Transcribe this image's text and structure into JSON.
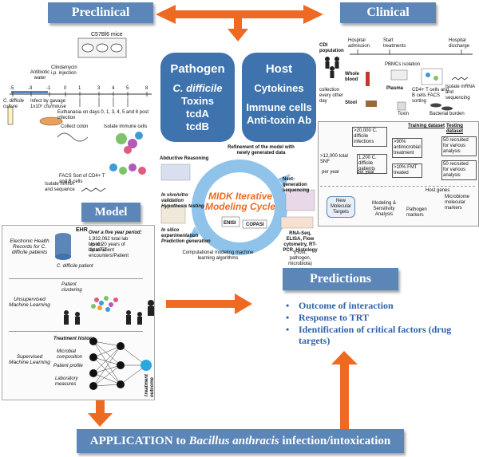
{
  "headers": {
    "preclinical": "Preclinical",
    "clinical": "Clinical",
    "model": "Model",
    "predictions": "Predictions"
  },
  "pathogen": {
    "title": "Pathogen",
    "lines": [
      "C. difficile",
      "Toxins",
      "tcdA",
      "tcdB"
    ]
  },
  "host": {
    "title": "Host",
    "lines": [
      "Cytokines",
      "Immune cells",
      "Anti-toxin Ab"
    ]
  },
  "preclinical_panel": {
    "mice_label": "C57Bl6 mice",
    "antibiotic_water": "Antibiotic water",
    "clindamycin": "Clindamycin i.p. injection",
    "culture_label": "C. difficile culture",
    "infect_label": "Infect by gavage 1x10⁵ cfu/mouse",
    "timeline_ticks": [
      "-5",
      "-3",
      "-1",
      "0",
      "1",
      "3",
      "4",
      "5",
      "8"
    ],
    "euthanasia": "Euthanasia on days 0, 1, 3, 4, 5 and 8 post infection",
    "collect_colon": "Collect colon",
    "isolate_immune": "Isolate immune cells",
    "facs_sort": "FACS Sort of CD4+ T and B cells",
    "isolate_mrna": "Isolate mRNA and sequence"
  },
  "clinical_panel": {
    "cdi_population": "CDI population",
    "hospital_admission": "Hospital admission",
    "start_treatments": "Start treatments",
    "hospital_discharge": "Hospital discharge",
    "collection": "collection every other day",
    "whole_blood": "Whole blood",
    "stool": "Stool",
    "pbmcs": "PBMCs isolation",
    "plasma": "Plasma",
    "cd4_facs": "CD4+ T cells and B cells FACS sorting",
    "isolate_mrna_seq": "Isolate mRNA and sequencing",
    "toxin": "Toxin",
    "bacterial_burden": "Bacterial burden"
  },
  "clinical_flow": {
    "n1": ">20,000 C. difficile infections",
    "n2": ">12,000 total SNF",
    "n3": "1,200 C. difficile patients",
    "per_year_1": "per year",
    "per_year_2": "per year",
    "pct1": ">90% antimicrobial treatment",
    "pct2": ">10% FMT treated",
    "training": "Training dataset",
    "testing": "Testing dataset",
    "resp1": "50 recruited for various analysis",
    "resp2": "50 recruited for various analysis",
    "new_targets": "New Molecular Targets",
    "modeling": "Modeling & Sensitivity Analysis",
    "pathogen_markers": "Pathogen markers",
    "host_genes": "Host genes",
    "microbiome": "Microbiome molecular markers"
  },
  "cycle": {
    "title_line1": "MIDK Iterative",
    "title_line2": "Modeling Cycle",
    "abductive": "Abductive Reasoning",
    "refinement": "Refinement of the model with newly generated data",
    "in_vivo": "In vivo/vitro validation Hypothesis testing",
    "next_gen": "Next-generation sequencing",
    "in_silico": "In silico experimentation Prediction generation",
    "rna_seq": "RNA-Seq, ELISA, Flow cytometry, RT-PCR, Histology",
    "rna_seq_sub": "(Host, pathogen, microbiota)",
    "computational": "Computational modeling machine learning algorithms",
    "enisi": "ENISI",
    "copasi": "COPASI"
  },
  "model_panel": {
    "ehr_title": "EHR",
    "ehr_label": "Electronic Health Records for C. difficile patients",
    "ehr_period": "Over a five year period:",
    "ehr_line1": "1,932,062 total lab results",
    "ehr_line2": "Up to 20 years of data/Patient",
    "ehr_line3": "Up to 57 encounters/Patient",
    "cdiff_patient": "C. difficile patient",
    "unsupervised": "Unsupervised Machine Learning",
    "patient_clustering": "Patient clustering",
    "supervised": "Supervised Machine Learning",
    "treatment_history": "Treatment history",
    "microbial": "Microbial composition",
    "patient_profile": "Patient profile",
    "lab_measures": "Laboratory measures",
    "treatment_outcome": "Treatment outcome"
  },
  "predictions_list": [
    "Outcome of interaction",
    "Response to TRT",
    "Identification of critical factors (drug targets)"
  ],
  "application": {
    "prefix": "APPLICATION to ",
    "organism": "Bacillus anthracis",
    "suffix": " infection/intoxication"
  },
  "colors": {
    "header_blue": "#5b86b7",
    "oval_blue": "#3f73ad",
    "arrow_orange": "#ee6a22",
    "pred_text": "#2f63a8"
  }
}
